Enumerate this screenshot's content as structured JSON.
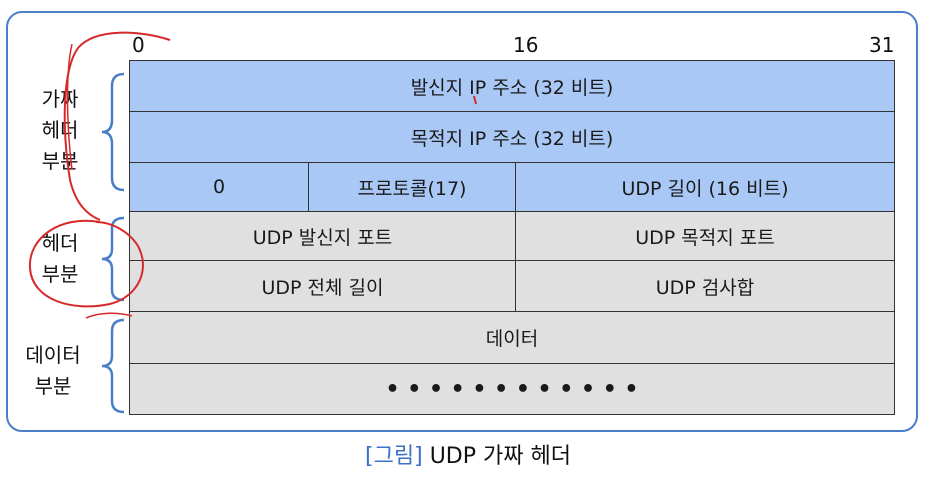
{
  "bit_positions": {
    "start": "0",
    "middle": "16",
    "end": "31"
  },
  "pseudo_header": {
    "row1": "발신지 IP 주소 (32 비트)",
    "row2": "목적지 IP 주소 (32 비트)",
    "row3": {
      "zero": "0",
      "protocol": "프로토콜(17)",
      "udp_length": "UDP 길이 (16 비트)"
    }
  },
  "header": {
    "row1": {
      "src_port": "UDP 발신지 포트",
      "dst_port": "UDP 목적지 포트"
    },
    "row2": {
      "total_length": "UDP 전체 길이",
      "checksum": "UDP 검사합"
    }
  },
  "data": {
    "row1": "데이터",
    "row2": "• • • • • • • • • • • •"
  },
  "labels": {
    "pseudo": [
      "가짜",
      "헤더",
      "부분"
    ],
    "header": [
      "헤더",
      "부분"
    ],
    "data": [
      "데이터",
      "부분"
    ]
  },
  "caption": {
    "tag": "[그림]",
    "text": "UDP 가짜 헤더"
  },
  "colors": {
    "pseudo_fill": "#a9c8f5",
    "header_fill": "#e0e0e0",
    "frame": "#4a7fc7",
    "annotation": "#d62a2a"
  }
}
